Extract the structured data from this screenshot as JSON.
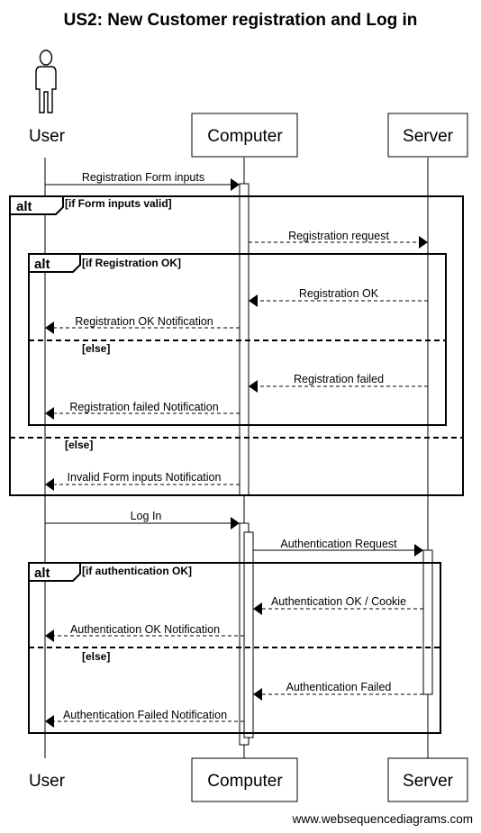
{
  "title": "US2: New Customer registration and Log in",
  "footer": "www.websequencediagrams.com",
  "participants": {
    "user": "User",
    "computer": "Computer",
    "server": "Server"
  },
  "frames": {
    "alt_form": {
      "keyword": "alt",
      "condition": "[if Form inputs valid]",
      "else": "[else]"
    },
    "alt_registration": {
      "keyword": "alt",
      "condition": "[if Registration OK]",
      "else": "[else]"
    },
    "alt_auth": {
      "keyword": "alt",
      "condition": "[if authentication OK]",
      "else": "[else]"
    }
  },
  "messages": {
    "registration_form_inputs": "Registration Form inputs",
    "registration_request": "Registration request",
    "registration_ok": "Registration OK",
    "registration_ok_notification": "Registration OK Notification",
    "registration_failed": "Registration failed",
    "registration_failed_notification": "Registration failed Notification",
    "invalid_form_inputs_notification": "Invalid Form inputs Notification",
    "log_in": "Log In",
    "authentication_request": "Authentication Request",
    "authentication_ok_cookie": "Authentication OK / Cookie",
    "authentication_ok_notification": "Authentication OK Notification",
    "authentication_failed": "Authentication Failed",
    "authentication_failed_notification": "Authentication Failed Notification"
  }
}
